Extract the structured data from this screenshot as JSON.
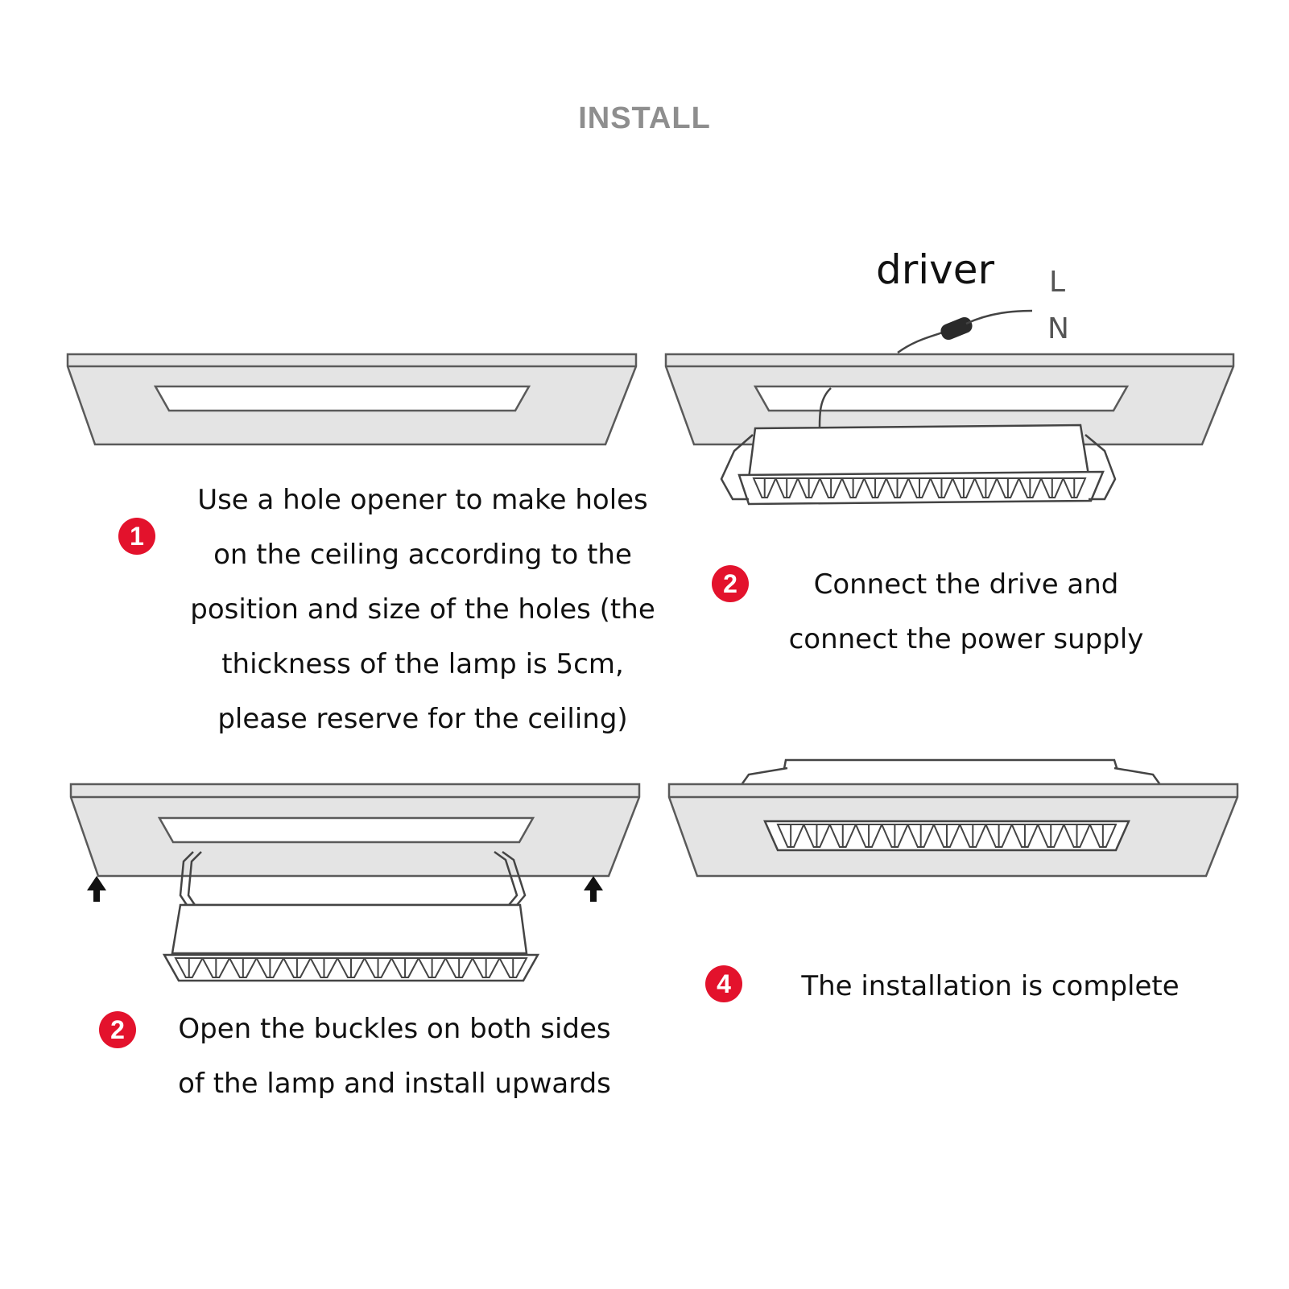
{
  "title": "INSTALL",
  "driver_label": "driver",
  "wire_labels": {
    "live": "L",
    "neutral": "N"
  },
  "steps": [
    {
      "badge": "1",
      "lines": [
        "Use a hole opener to make holes",
        "on the ceiling according to the",
        "position and size of the holes (the",
        "thickness of the lamp is 5cm,",
        "please reserve for the ceiling)"
      ]
    },
    {
      "badge": "2",
      "lines": [
        "Connect the drive and",
        "connect the power supply"
      ]
    },
    {
      "badge": "2",
      "lines": [
        "Open the buckles on both sides",
        "of the lamp and install upwards"
      ]
    },
    {
      "badge": "4",
      "lines": [
        "The installation is complete"
      ]
    }
  ],
  "colors": {
    "badge": "#e3122c",
    "ceiling_fill": "#e4e4e4",
    "outline": "#5a5a5a",
    "title": "#8e8e8e"
  }
}
